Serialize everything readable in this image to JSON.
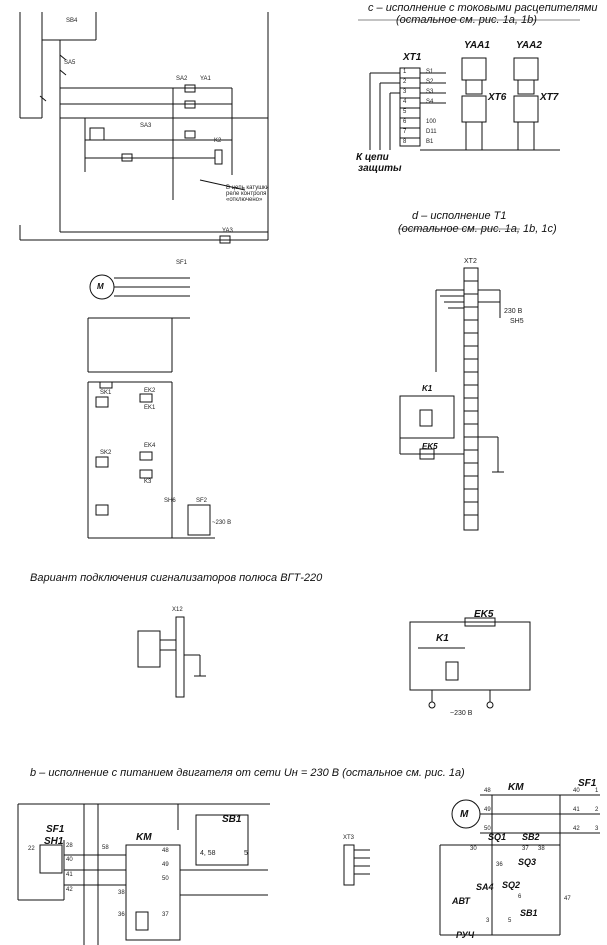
{
  "captions": {
    "c_title": "c – исполнение с токовыми расцепителями",
    "c_sub": "(остальное см. рис. 1a, 1b)",
    "d_title": "d – исполнение T1",
    "d_sub": "(остальное см. рис. 1a, 1b, 1c)",
    "vgt_title": "Вариант подключения сигнализаторов полюса ВГТ-220",
    "b_title": "b – исполнение с питанием двигателя от сети Uн = 230 В (остальное см. рис. 1a)"
  },
  "labels": {
    "xt1": "XT1",
    "yaa1": "YAA1",
    "yaa2": "YAA2",
    "xt6": "XT6",
    "xt7": "XT7",
    "protect_1": "К цепи",
    "protect_2": "защиты",
    "xt2": "XT2",
    "k1": "K1",
    "sh5": "SH5",
    "ek5": "EK5",
    "v230": "230 В",
    "x12": "X12",
    "m": "M",
    "km": "KM",
    "sf1": "SF1",
    "sh1": "SH1",
    "sb1": "SB1",
    "sb2": "SB2",
    "sq1": "SQ1",
    "sq2": "SQ2",
    "sq3": "SQ3",
    "sa4": "SA4",
    "avt": "АВТ",
    "ruch": "РУЧ",
    "xt3": "XT3",
    "ya1": "YA1",
    "ya3": "YA3",
    "sa2": "SA2",
    "sa3": "SA3",
    "sa5": "SA5",
    "sb4": "SB4",
    "sf2": "SF2",
    "sk1": "SK1",
    "sk2": "SK2",
    "ek1": "EK1",
    "ek2": "EK2",
    "ek4": "EK4",
    "k3": "K3",
    "sh6": "SH6",
    "k2": "K2",
    "v230b": "~230 В",
    "note": "В цепь катушки реле контроля «отключено»"
  },
  "terminals": {
    "xt1": [
      "1",
      "2",
      "3",
      "4",
      "5",
      "6",
      "7",
      "8"
    ],
    "xt1_s": [
      "S1",
      "S2",
      "S3",
      "S4",
      "",
      "100",
      "D11",
      "B1"
    ],
    "b_left": [
      "22",
      "28",
      "40",
      "41",
      "42"
    ],
    "b_km_left": [
      "58",
      "38",
      "36"
    ],
    "b_km_right": [
      "48",
      "49",
      "50",
      "37"
    ],
    "b_sb1": [
      "4, 58",
      "5"
    ],
    "b_m": [
      "48",
      "49",
      "50"
    ],
    "b_sf1": [
      "40",
      "41",
      "42",
      "1",
      "2",
      "3"
    ],
    "b_ctrl": [
      "30",
      "37",
      "38",
      "36",
      "6",
      "47",
      "3",
      "5"
    ]
  },
  "colors": {
    "line": "#111111",
    "bg": "#ffffff"
  }
}
